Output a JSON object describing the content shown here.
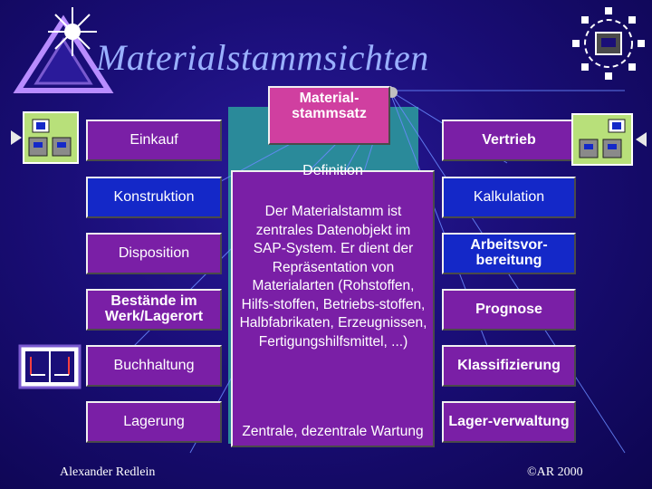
{
  "title": "Materialstammsichten",
  "views": {
    "left": [
      "Einkauf",
      "Konstruktion",
      "Disposition",
      "Bestände im Werk/Lagerort",
      "Buchhaltung",
      "Lagerung"
    ],
    "right": [
      "Vertrieb",
      "Kalkulation",
      "Arbeitsvor-bereitung",
      "Prognose",
      "Klassifizierung",
      "Lager-verwaltung"
    ]
  },
  "center": {
    "record": "Material-stammsatz",
    "heading": "Definition",
    "body": "Der Materialstamm ist zentrales Datenobjekt im SAP-System. Er dient der Repräsentation von Materialarten (Rohstoffen, Hilfs-stoffen, Betriebs-stoffen, Halbfabrikaten, Erzeugnissen, Fertigungshilfsmittel, ...)",
    "footer": "Zentrale, dezentrale Wartung"
  },
  "footer": {
    "author": "Alexander Redlein",
    "copyright": "©AR 2000"
  },
  "colors": {
    "background": "#1a0e78",
    "title": "#9ab0ff",
    "purple_box": "#7a1fa6",
    "blue_box": "#1428c8",
    "magenta_box": "#d03fa0",
    "teal_backdrop": "#2a8a9a"
  },
  "icons": [
    "star-logo-icon",
    "gear-wheel-icon",
    "key-icon",
    "computer-icon",
    "computer-icon",
    "balance-book-icon"
  ]
}
